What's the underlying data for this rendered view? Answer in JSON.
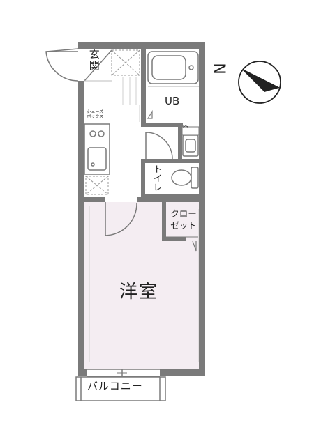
{
  "floorplan": {
    "rooms": {
      "genkan": "玄関",
      "unit_bath": "UB",
      "pipe_space": "PS",
      "shoe_box": "シューズ ボックス",
      "toilet": "トイレ",
      "closet": "クローゼット",
      "closet_line1": "クロー",
      "closet_line2": "ゼット",
      "western_room": "洋室",
      "balcony": "バルコニー"
    },
    "compass": {
      "label": "N",
      "icon": "compass-arrow-icon"
    },
    "colors": {
      "wall": "#7a7a7a",
      "room_fill": "#f4edf2",
      "floor_line": "#c8c8c8",
      "fixture": "#888888"
    }
  }
}
